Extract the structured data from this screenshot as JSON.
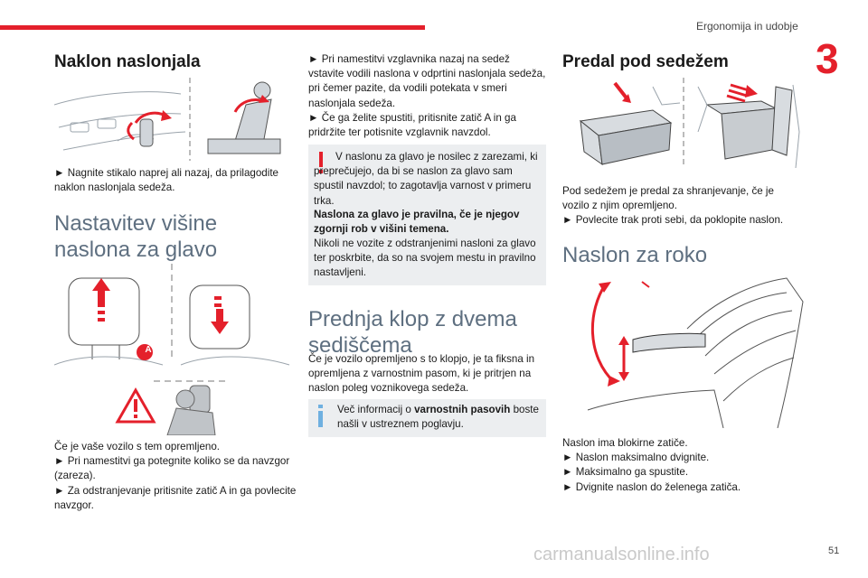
{
  "header": {
    "section_title": "Ergonomija in udobje",
    "chapter_number": "3",
    "page_number": "51",
    "accent_color": "#e4202b"
  },
  "col1": {
    "heading1": "Naklon naslonjala",
    "para1": "► Nagnite stikalo naprej ali nazaj, da prilagodite naklon naslonjala sedeža.",
    "heading2": "Nastavitev višine naslona za glavo",
    "figure_label": "A",
    "para2": [
      "Če je vaše vozilo s tem opremljeno.",
      "► Pri namestitvi ga potegnite koliko se da navzgor (zareza).",
      "► Za odstranjevanje pritisnite zatič A in ga povlecite navzgor."
    ]
  },
  "col2": {
    "para1": [
      "► Pri namestitvi vzglavnika nazaj na sedež vstavite vodili naslona v odprtini naslonjala sedeža, pri čemer pazite, da vodili potekata v smeri naslonjala sedeža.",
      "► Če ga želite spustiti, pritisnite zatič A in ga pridržite ter potisnite vzglavnik navzdol."
    ],
    "warning_intro": "V naslonu za glavo je nosilec z zarezami, ki preprečujejo, da bi se naslon za glavo sam spustil navzdol; to zagotavlja varnost v primeru trka.",
    "warning_bold": "Naslona za glavo je pravilna, če je njegov zgornji rob v višini temena.",
    "warning_outro": "Nikoli ne vozite z odstranjenimi nasloni za glavo ter poskrbite, da so na svojem mestu in pravilno nastavljeni.",
    "heading": "Prednja klop z dvema sediščema",
    "para2": "Če je vozilo opremljeno s to klopjo, je ta fiksna in opremljena z varnostnim pasom, ki je pritrjen na naslon poleg voznikovega sedeža.",
    "info_pre": "Več informacij o ",
    "info_bold": "varnostnih pasovih",
    "info_post": " boste našli v ustreznem poglavju."
  },
  "col3": {
    "heading1": "Predal pod sedežem",
    "para1": [
      "Pod sedežem je predal za shranjevanje, če je vozilo z njim opremljeno.",
      "► Povlecite trak proti sebi, da poklopite naslon."
    ],
    "heading2": "Naslon za roko",
    "para2": [
      "Naslon ima blokirne zatiče.",
      "► Naslon maksimalno dvignite.",
      "► Maksimalno ga spustite.",
      "► Dvignite naslon do želenega zatiča."
    ]
  },
  "watermark": "carmanualsonline.info"
}
